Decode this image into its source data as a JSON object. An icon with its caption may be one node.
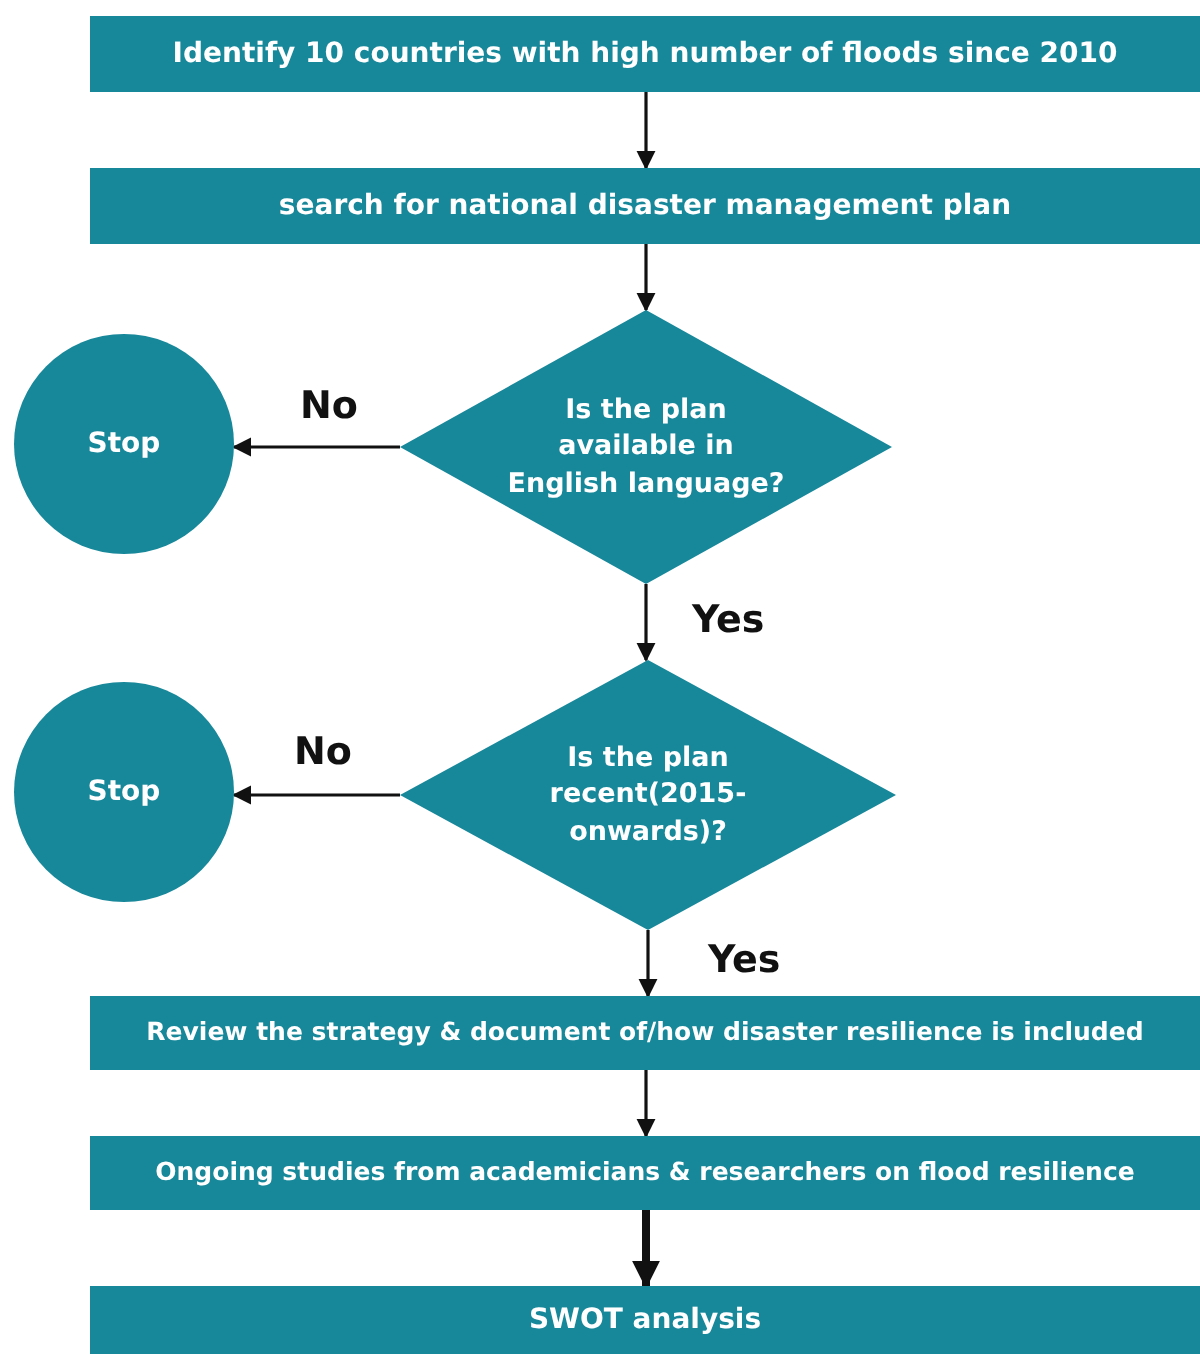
{
  "diagram": {
    "nodes": [
      {
        "text": [
          "Identify 10 countries with high number of floods since 2010"
        ]
      },
      {
        "text": [
          "search for national disaster management plan"
        ]
      },
      {
        "text": [
          "Is the plan available in English language?"
        ]
      },
      {
        "text": [
          "Stop"
        ]
      },
      {
        "text": [
          "Is the plan recent(2015-onwards)?"
        ]
      },
      {
        "text": [
          "Stop"
        ]
      },
      {
        "text": [
          "Review the strategy & document of/how disaster resilience is included"
        ]
      },
      {
        "text": [
          "Ongoing studies from academicians & researchers on flood resilience"
        ]
      },
      {
        "text": [
          "SWOT analysis"
        ]
      }
    ],
    "edges": [
      {
        "from": 0,
        "to": 1,
        "arrow": "to"
      },
      {
        "from": 1,
        "to": 2,
        "arrow": "to"
      },
      {
        "from": 2,
        "to": 3,
        "arrow": "to",
        "label": "No"
      },
      {
        "from": 2,
        "to": 4,
        "arrow": "to",
        "label": "Yes"
      },
      {
        "from": 4,
        "to": 5,
        "arrow": "to",
        "label": "No"
      },
      {
        "from": 4,
        "to": 6,
        "arrow": "to",
        "label": "Yes"
      },
      {
        "from": 6,
        "to": 7,
        "arrow": "to"
      },
      {
        "from": 7,
        "to": 8,
        "arrow": "to",
        "style": "thick"
      }
    ]
  }
}
